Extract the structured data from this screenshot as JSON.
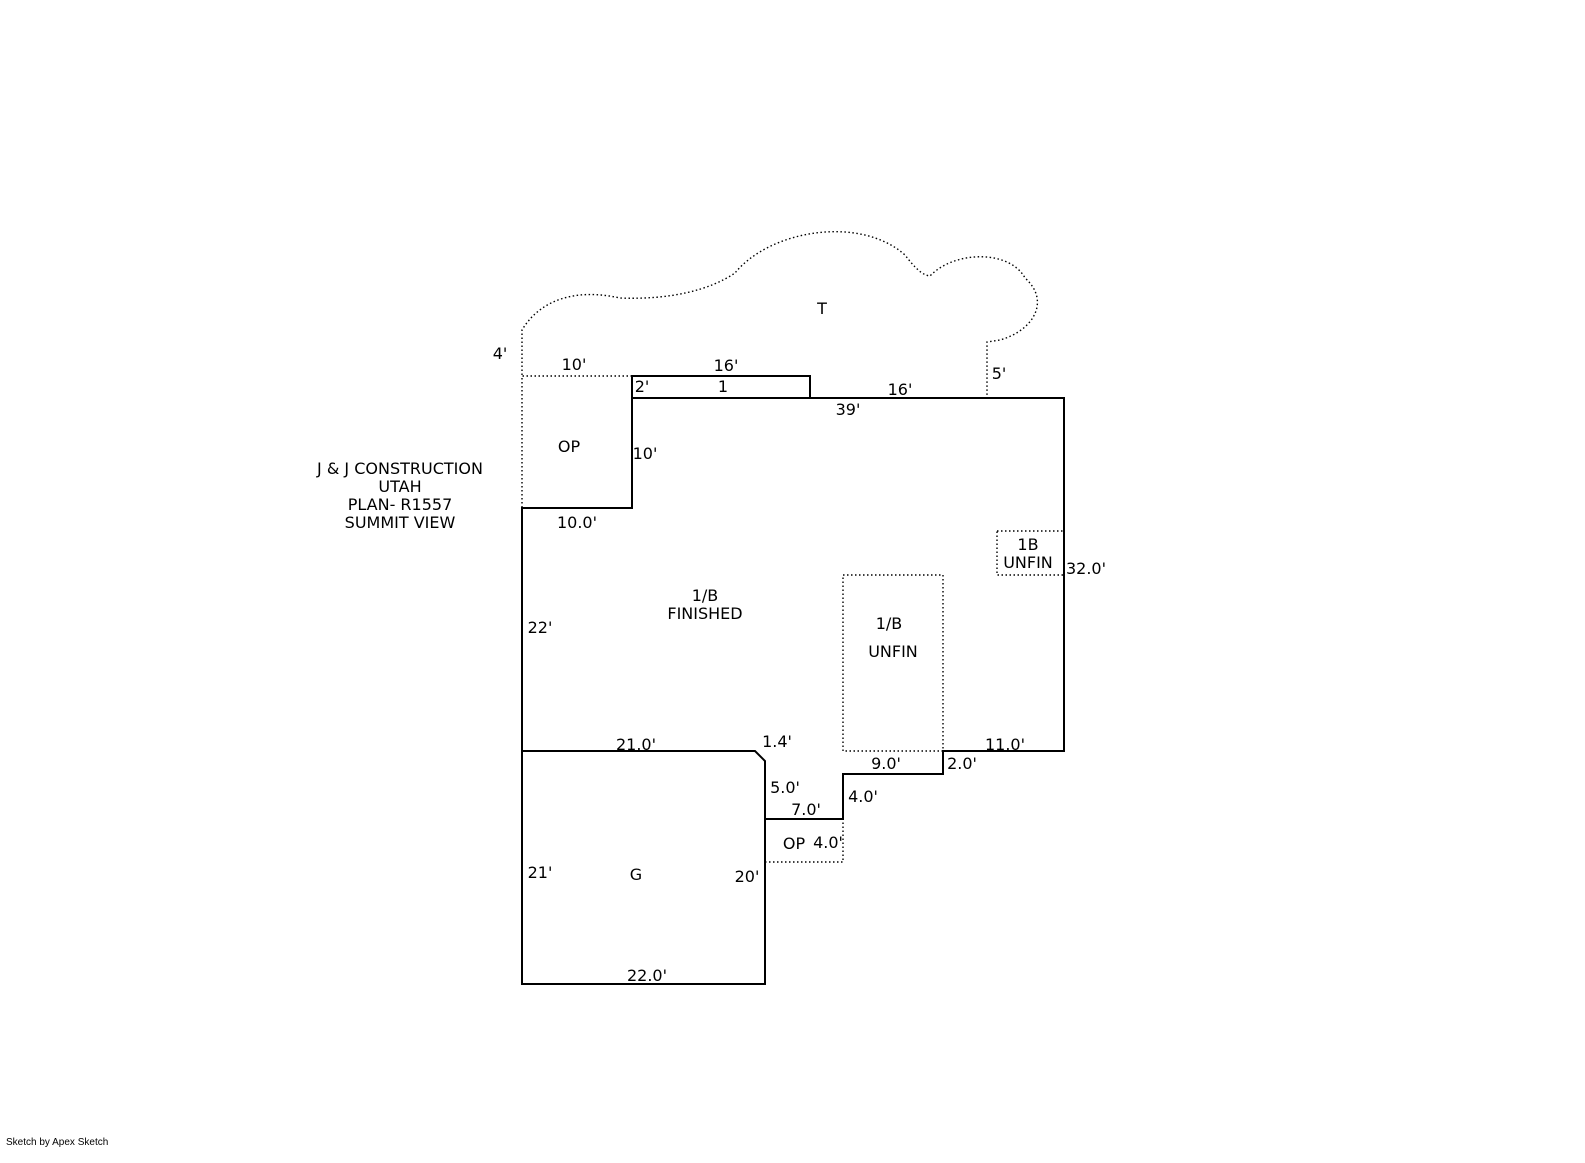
{
  "title_block": {
    "line1": "J & J CONSTRUCTION",
    "line2": "UTAH",
    "line3": "PLAN- R1557",
    "line4": "SUMMIT VIEW"
  },
  "areas": {
    "terrace": "T",
    "open_porch_top": "OP",
    "section_1": "1",
    "main_finished_line1": "1/B",
    "main_finished_line2": "FINISHED",
    "unfin_center_line1": "1/B",
    "unfin_center_line2": "UNFIN",
    "unfin_small_line1": "1B",
    "unfin_small_line2": "UNFIN",
    "garage": "G",
    "open_porch_bottom": "OP"
  },
  "dimensions": {
    "d_4": "4'",
    "d_10_top": "10'",
    "d_16_top": "16'",
    "d_2": "2'",
    "d_16_right": "16'",
    "d_5": "5'",
    "d_39": "39'",
    "d_10_left": "10'",
    "d_10_0": "10.0'",
    "d_32_0": "32.0'",
    "d_22": "22'",
    "d_21_0": "21.0'",
    "d_1_4": "1.4'",
    "d_11_0": "11.0'",
    "d_9_0": "9.0'",
    "d_2_0": "2.0'",
    "d_5_0": "5.0'",
    "d_4_0_a": "4.0'",
    "d_7_0": "7.0'",
    "d_4_0_b": "4.0'",
    "d_21": "21'",
    "d_20": "20'",
    "d_22_0": "22.0'"
  },
  "footer": {
    "credit": "Sketch by Apex Sketch"
  }
}
